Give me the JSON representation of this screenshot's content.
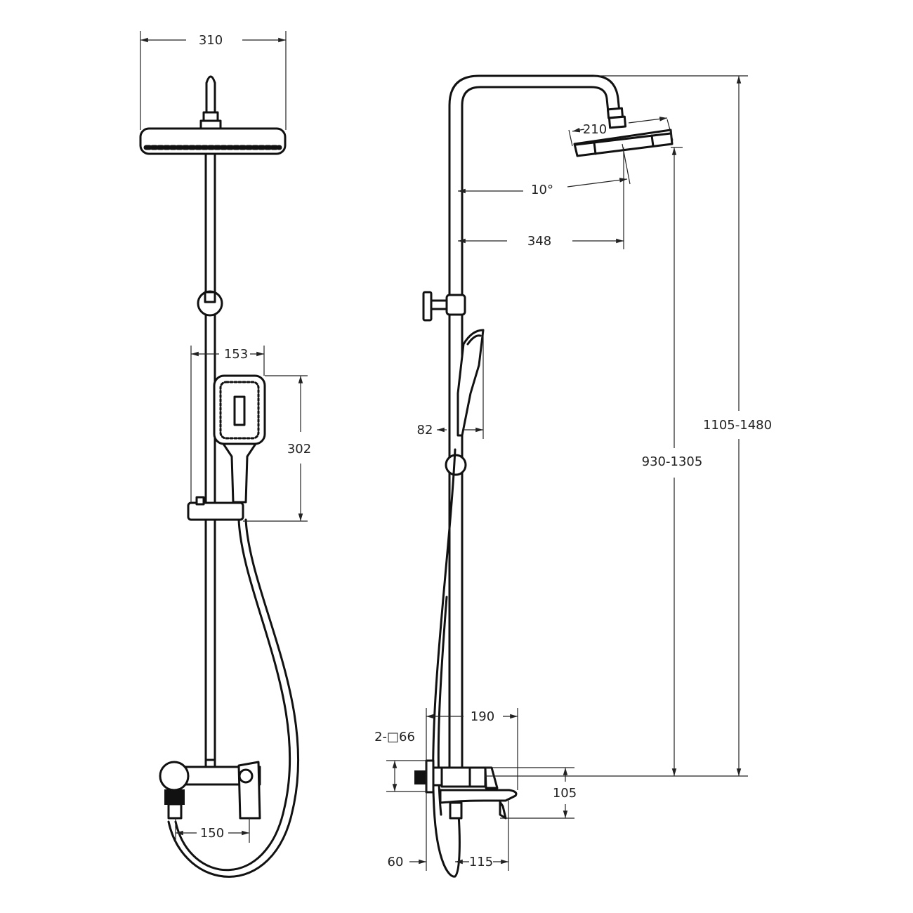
{
  "front_view": {
    "dimensions": {
      "overhead_width": "310",
      "hand_shower_offset": "153",
      "hand_shower_height": "302",
      "mixer_centers": "150"
    }
  },
  "side_view": {
    "dimensions": {
      "head_diameter": "210",
      "head_tilt": "10°",
      "arm_reach": "348",
      "hand_shower_depth": "82",
      "total_height": "1105-1480",
      "head_height": "930-1305",
      "mixer_depth": "190",
      "eccentric_fittings": "2-□66",
      "spout_height": "105",
      "wall_plate": "60",
      "spout_projection": "115"
    }
  }
}
